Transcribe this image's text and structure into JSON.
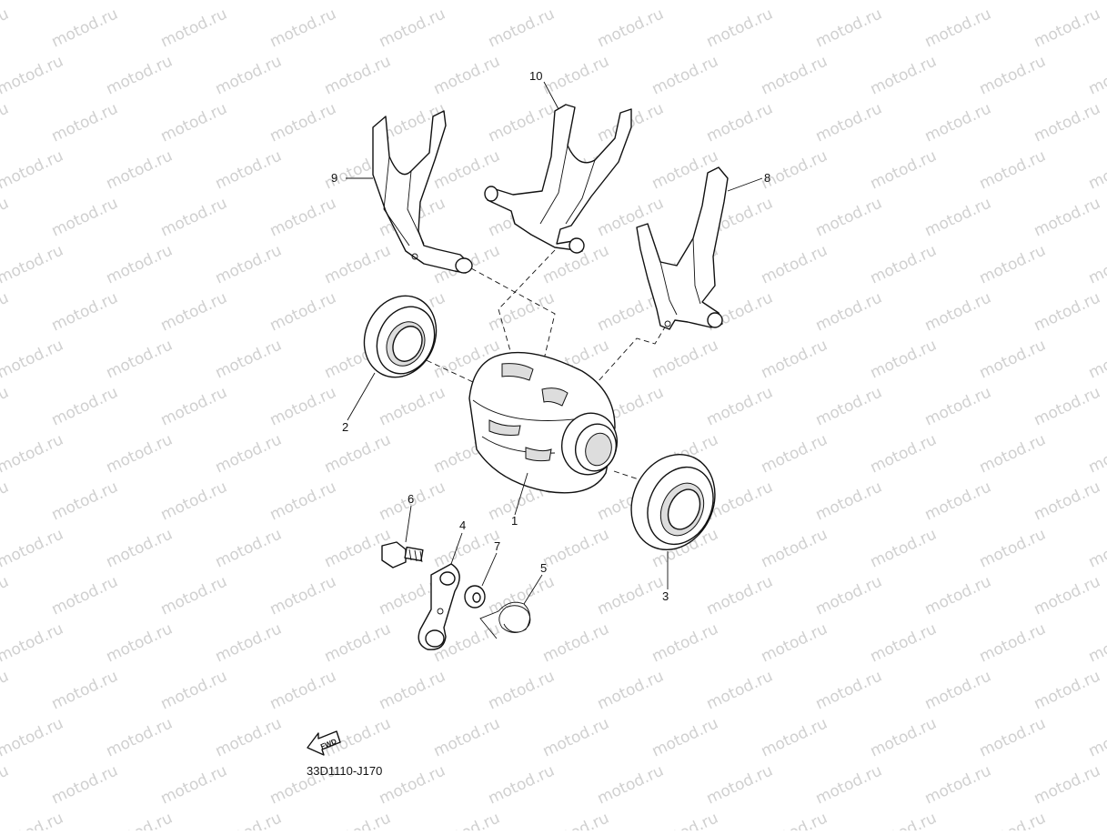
{
  "watermark": {
    "text": "motod.ru"
  },
  "callouts": [
    {
      "id": "1",
      "label": "1"
    },
    {
      "id": "2",
      "label": "2"
    },
    {
      "id": "3",
      "label": "3"
    },
    {
      "id": "4",
      "label": "4"
    },
    {
      "id": "5",
      "label": "5"
    },
    {
      "id": "6",
      "label": "6"
    },
    {
      "id": "7",
      "label": "7"
    },
    {
      "id": "8",
      "label": "8"
    },
    {
      "id": "9",
      "label": "9"
    },
    {
      "id": "10",
      "label": "10"
    }
  ],
  "fwd_badge": {
    "text": "FWD"
  },
  "diagram_code": "33D1110-J170"
}
